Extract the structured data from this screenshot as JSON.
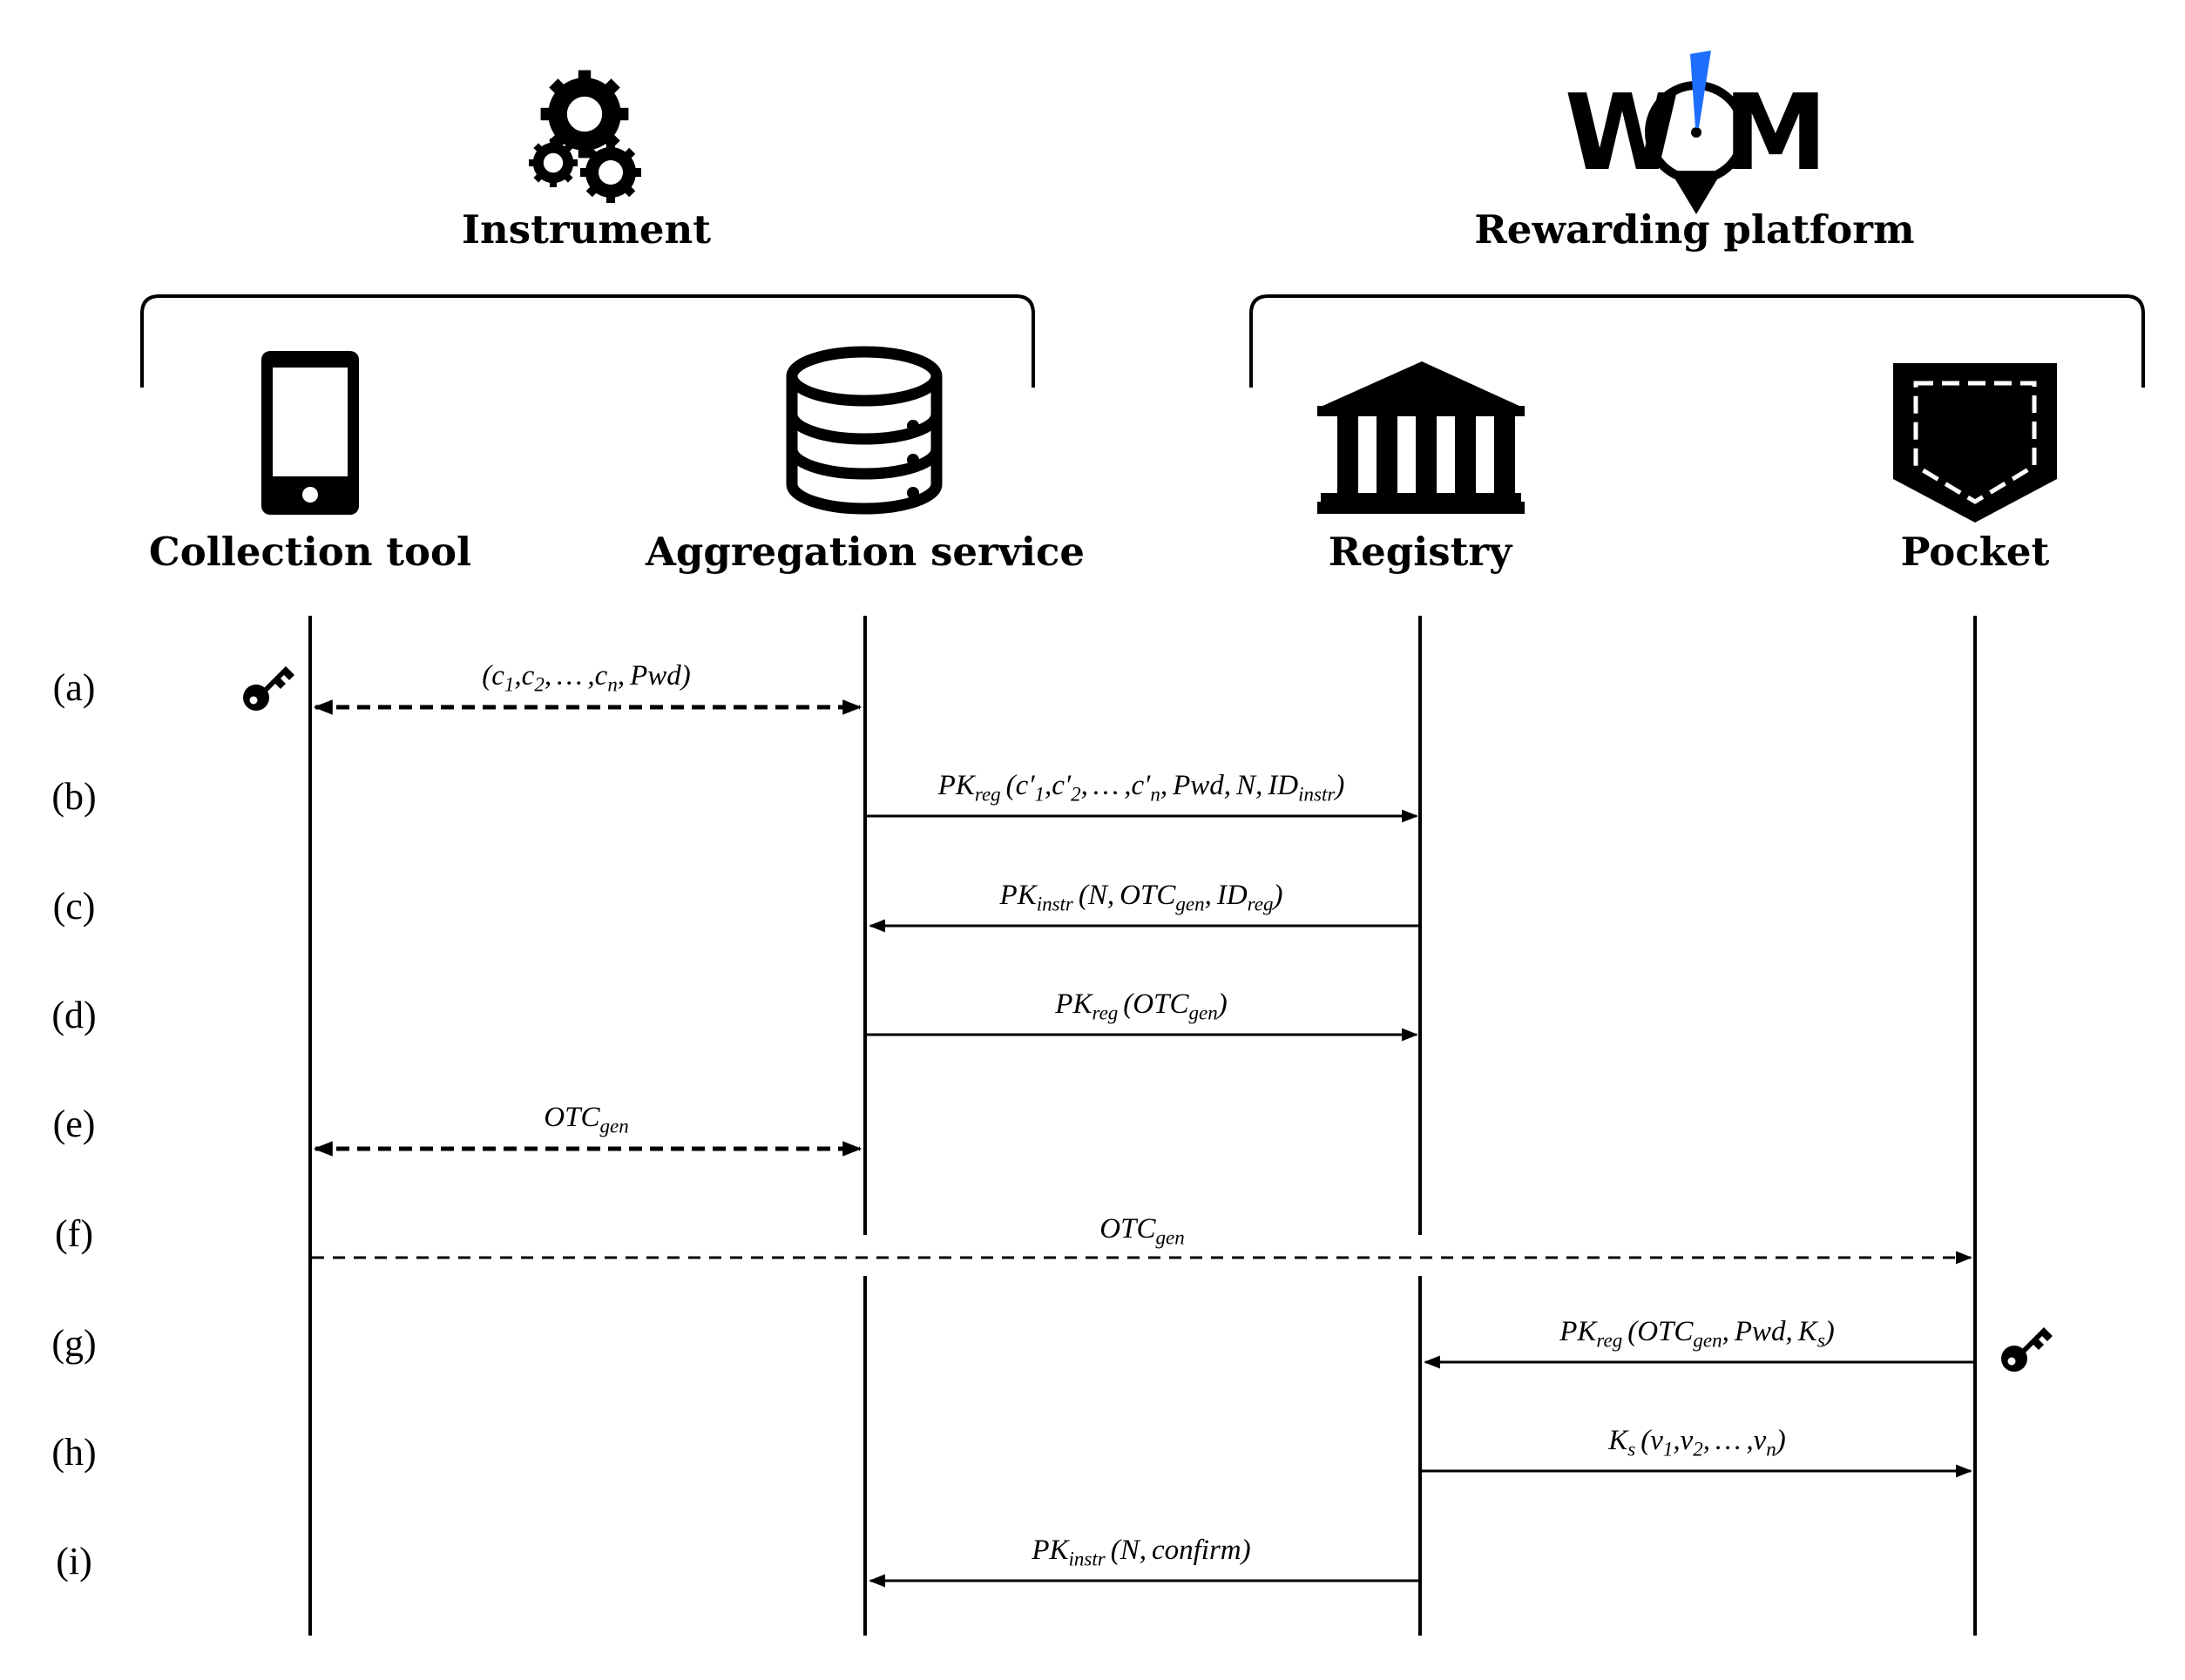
{
  "groups": {
    "instrument": "Instrument",
    "rewarding": "Rewarding platform"
  },
  "logo": {
    "text_w": "W",
    "text_m": "M",
    "accent_color": "#1f6fff"
  },
  "actors": {
    "collection": "Collection tool",
    "aggregation": "Aggregation service",
    "registry": "Registry",
    "pocket": "Pocket"
  },
  "icons": [
    "gears-icon",
    "wom-logo",
    "smartphone-icon",
    "database-icon",
    "bank-icon",
    "pocket-icon",
    "key-icon"
  ],
  "rows": [
    "(a)",
    "(b)",
    "(c)",
    "(d)",
    "(e)",
    "(f)",
    "(g)",
    "(h)",
    "(i)"
  ],
  "sym": {
    "c": "c",
    "v": "v",
    "s1": "1",
    "s2": "2",
    "sn": "n",
    "dots": "…",
    "comma": ",",
    "lp": "(",
    "rp": ")",
    "prime": "′",
    "PK": "PK",
    "reg": "reg",
    "instr": "instr",
    "ID": "ID",
    "OTC": "OTC",
    "gen": "gen",
    "Pwd": "Pwd",
    "N": "N",
    "K": "K",
    "s": "s",
    "confirm": "confirm"
  }
}
